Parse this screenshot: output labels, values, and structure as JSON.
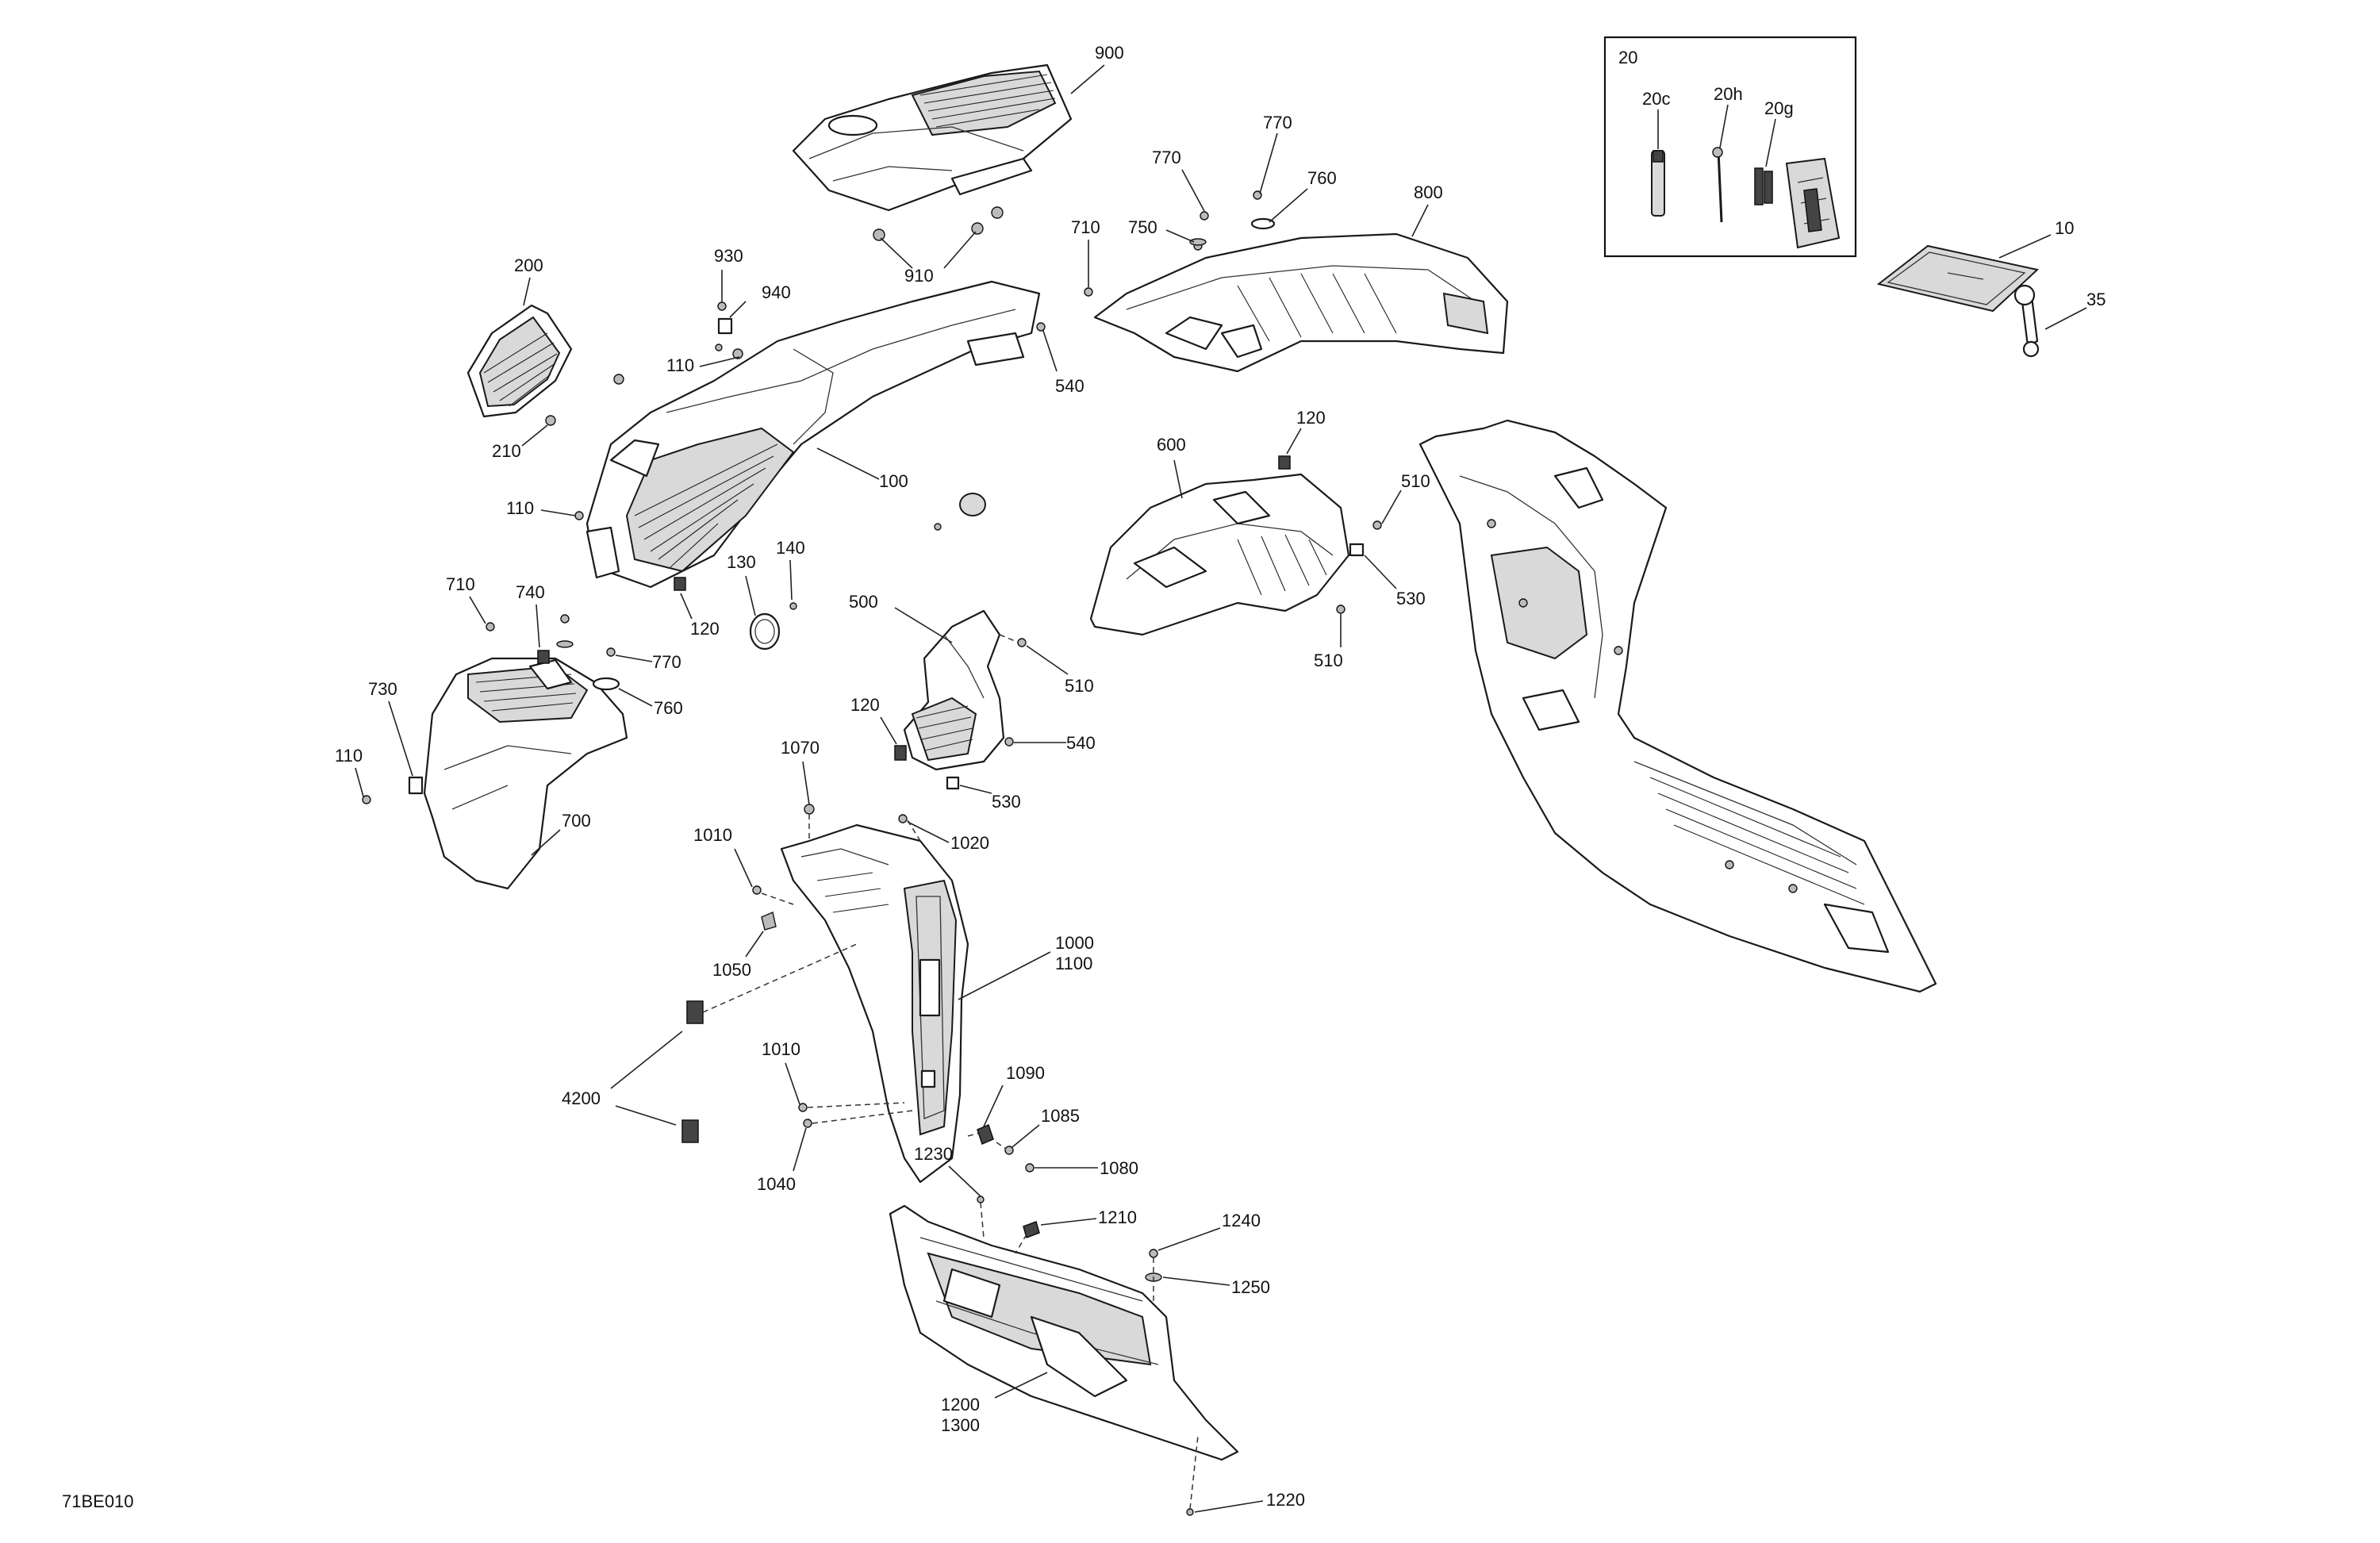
{
  "drawing_id": "71BE010",
  "kit_box_label": "20",
  "callouts": {
    "c900": "900",
    "c910": "910",
    "c770a": "770",
    "c770b": "770",
    "c760a": "760",
    "c750": "750",
    "c710a": "710",
    "c800": "800",
    "c540a": "540",
    "c200": "200",
    "c930": "930",
    "c940": "940",
    "c110a": "110",
    "c210": "210",
    "c100": "100",
    "c110b": "110",
    "c120a": "120",
    "c600": "600",
    "c510a": "510",
    "c530a": "530",
    "c510b": "510",
    "c130": "130",
    "c140": "140",
    "c120b": "120",
    "c500": "500",
    "c510c": "510",
    "c710b": "710",
    "c740": "740",
    "c770c": "770",
    "c760b": "760",
    "c730": "730",
    "c110c": "110",
    "c700": "700",
    "c120c": "120",
    "c540b": "540",
    "c530b": "530",
    "c1070": "1070",
    "c1020": "1020",
    "c1010a": "1010",
    "c1050": "1050",
    "c1000": "1000",
    "c1100": "1100",
    "c4200": "4200",
    "c1010b": "1010",
    "c1090": "1090",
    "c1040": "1040",
    "c1085": "1085",
    "c1080": "1080",
    "c1230": "1230",
    "c1210": "1210",
    "c1240": "1240",
    "c1250": "1250",
    "c1200": "1200",
    "c1300": "1300",
    "c1220": "1220",
    "c20c": "20c",
    "c20h": "20h",
    "c20g": "20g",
    "c10": "10",
    "c35": "35"
  }
}
